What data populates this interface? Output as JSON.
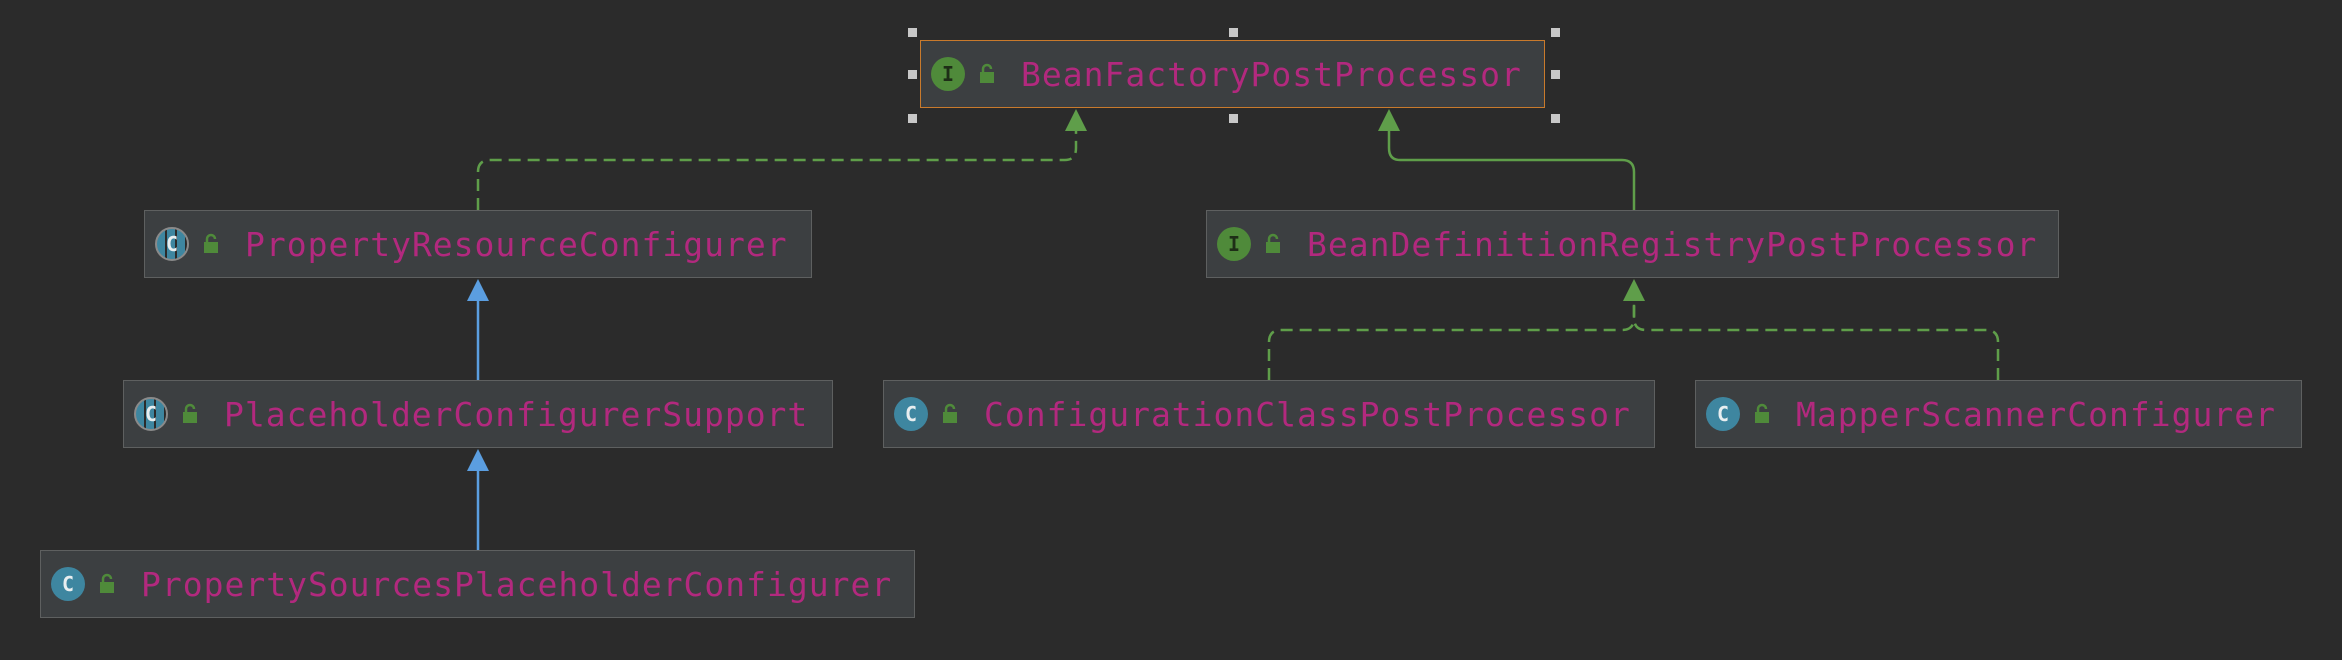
{
  "nodes": [
    {
      "id": "bean-factory-post-processor",
      "label": "BeanFactoryPostProcessor",
      "kind": "interface",
      "kind_glyph": "I",
      "visibility": "public"
    },
    {
      "id": "property-resource-configurer",
      "label": "PropertyResourceConfigurer",
      "kind": "abstract",
      "kind_glyph": "C",
      "visibility": "public"
    },
    {
      "id": "bean-definition-registry-post-processor",
      "label": "BeanDefinitionRegistryPostProcessor",
      "kind": "interface",
      "kind_glyph": "I",
      "visibility": "public"
    },
    {
      "id": "placeholder-configurer-support",
      "label": "PlaceholderConfigurerSupport",
      "kind": "abstract",
      "kind_glyph": "C",
      "visibility": "public"
    },
    {
      "id": "configuration-class-post-processor",
      "label": "ConfigurationClassPostProcessor",
      "kind": "class",
      "kind_glyph": "C",
      "visibility": "public"
    },
    {
      "id": "mapper-scanner-configurer",
      "label": "MapperScannerConfigurer",
      "kind": "class",
      "kind_glyph": "C",
      "visibility": "public"
    },
    {
      "id": "property-sources-placeholder-configurer",
      "label": "PropertySourcesPlaceholderConfigurer",
      "kind": "class",
      "kind_glyph": "C",
      "visibility": "public"
    }
  ],
  "edges": [
    {
      "from": "property-resource-configurer",
      "to": "bean-factory-post-processor",
      "type": "implements"
    },
    {
      "from": "bean-definition-registry-post-processor",
      "to": "bean-factory-post-processor",
      "type": "extends-interface"
    },
    {
      "from": "placeholder-configurer-support",
      "to": "property-resource-configurer",
      "type": "extends"
    },
    {
      "from": "property-sources-placeholder-configurer",
      "to": "placeholder-configurer-support",
      "type": "extends"
    },
    {
      "from": "configuration-class-post-processor",
      "to": "bean-definition-registry-post-processor",
      "type": "implements"
    },
    {
      "from": "mapper-scanner-configurer",
      "to": "bean-definition-registry-post-processor",
      "type": "implements"
    }
  ],
  "selected": "bean-factory-post-processor",
  "colors": {
    "background": "#2b2b2b",
    "node_fill": "#3c3f41",
    "node_border": "#5e6060",
    "selected_border": "#c97a2c",
    "label": "#b2297e",
    "interface_edge": "#5f9e4a",
    "class_edge": "#5b9ee0",
    "lock": "#4f8a3a"
  }
}
